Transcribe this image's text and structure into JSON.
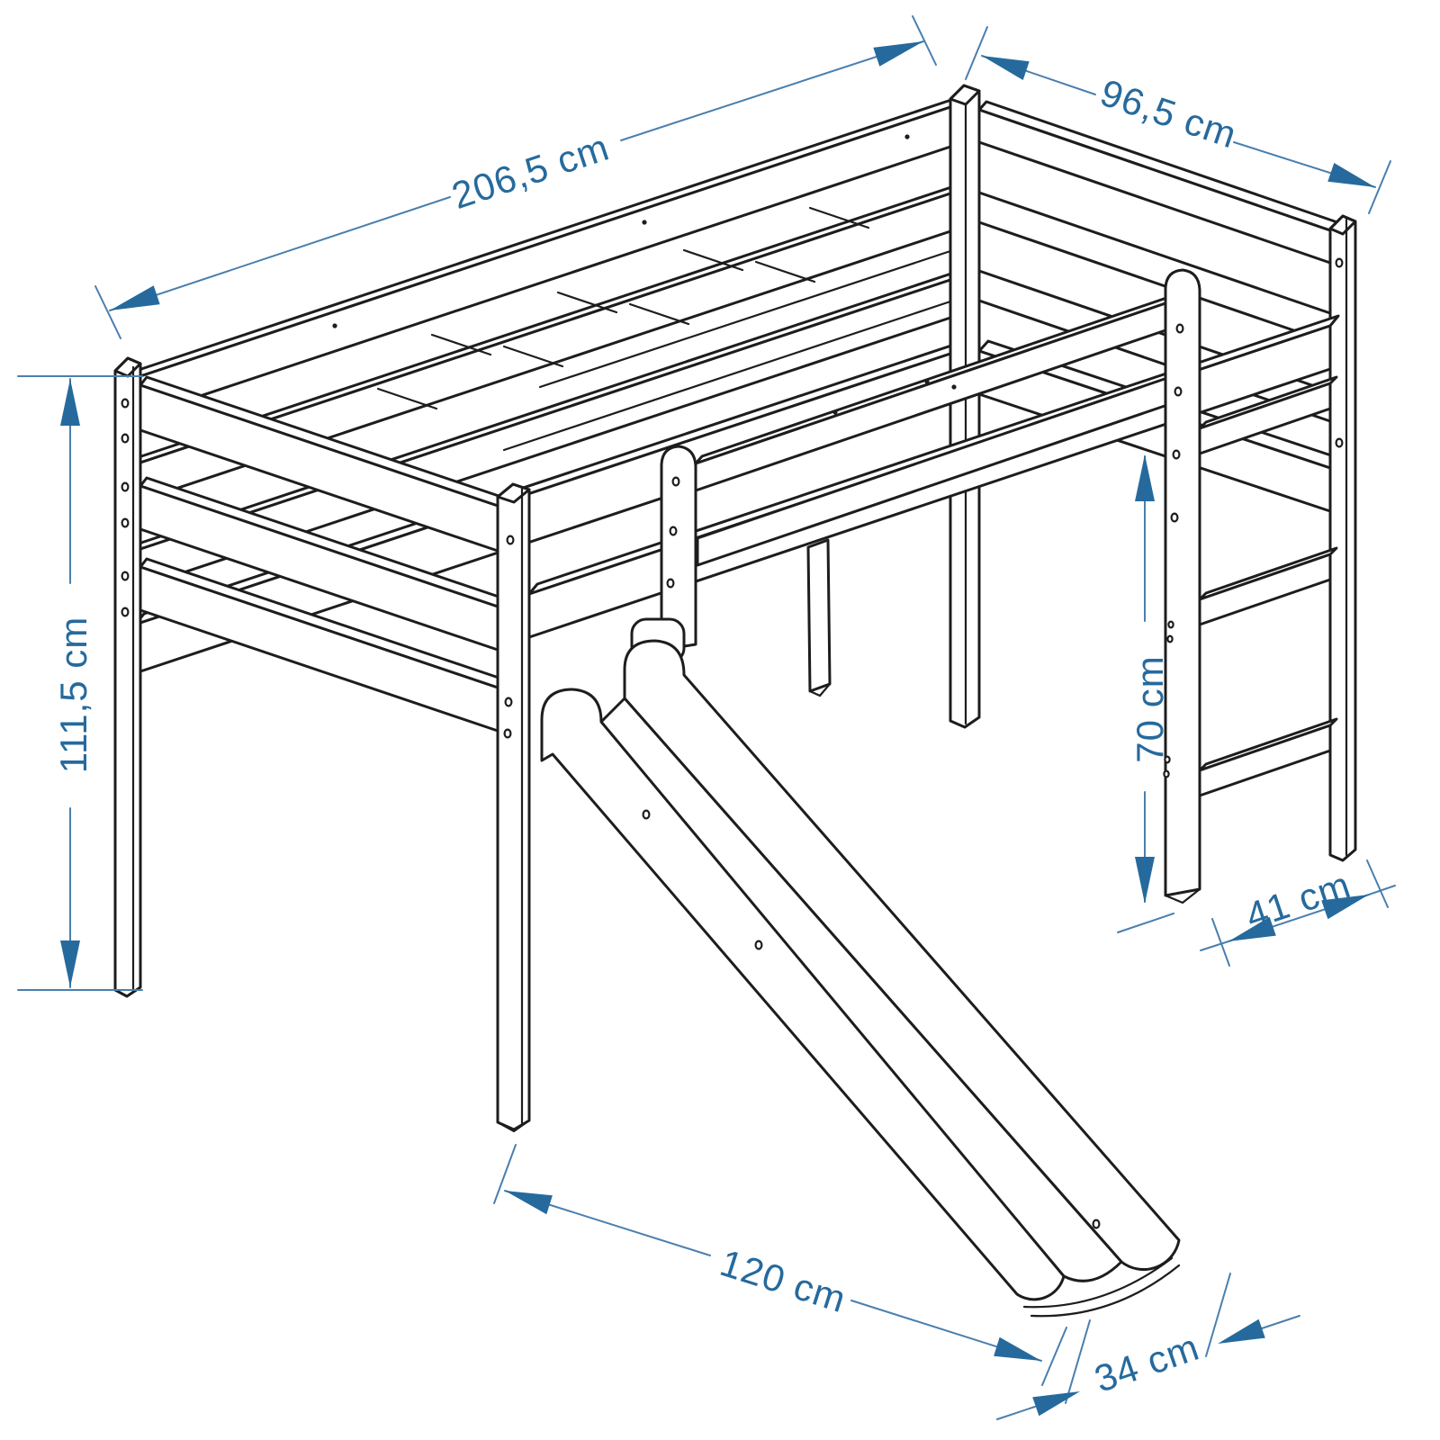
{
  "drawing": {
    "kind": "isometric dimensional line drawing",
    "subject": "kids loft bed with slide and ladder"
  },
  "dimensions": {
    "length": {
      "label": "206,5 cm"
    },
    "depth": {
      "label": "96,5 cm"
    },
    "height": {
      "label": "111,5 cm"
    },
    "clearance": {
      "label": "70 cm"
    },
    "ladder_offset": {
      "label": "41 cm"
    },
    "slide_length": {
      "label": "120 cm"
    },
    "slide_width": {
      "label": "34 cm"
    }
  },
  "colors": {
    "outline": "#1d1d1d",
    "dimension_line": "#4a7fae",
    "dimension_accent": "#266a9d",
    "background": "#ffffff"
  }
}
